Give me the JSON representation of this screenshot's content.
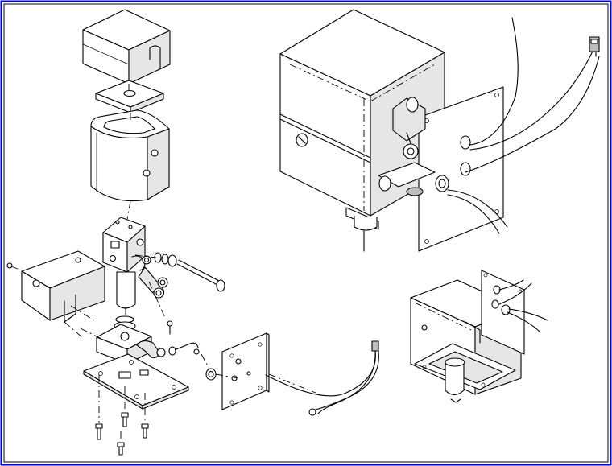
{
  "figure": {
    "border_color": "#0000cc",
    "line_color": "#000000",
    "background": "#ffffff",
    "views": [
      "exploded-view",
      "assembled-view-large",
      "assembled-view-small"
    ]
  }
}
